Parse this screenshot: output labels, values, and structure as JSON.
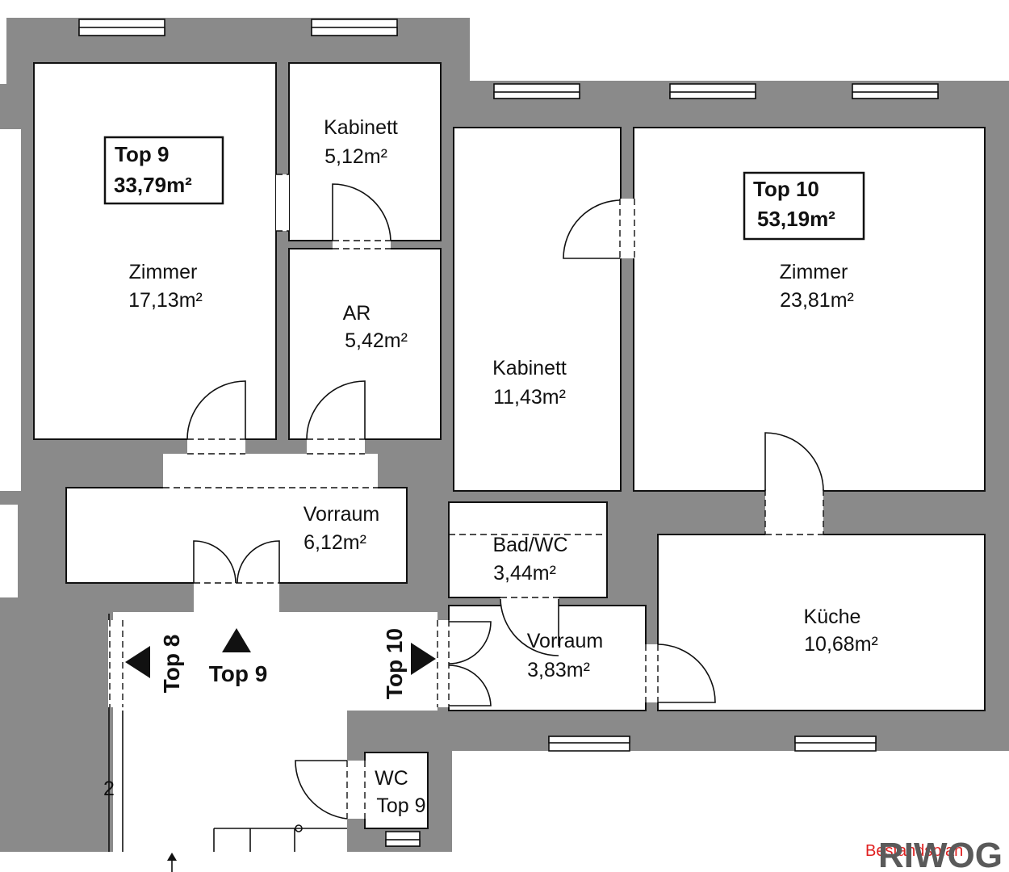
{
  "units": {
    "top9": {
      "name": "Top 9",
      "area": "33,79m²"
    },
    "top10": {
      "name": "Top 10",
      "area": "53,19m²"
    }
  },
  "rooms": {
    "zimmer9": {
      "name": "Zimmer",
      "area": "17,13m²"
    },
    "kabinett9": {
      "name": "Kabinett",
      "area": "5,12m²"
    },
    "ar": {
      "name": "AR",
      "area": "5,42m²"
    },
    "vorraum9": {
      "name": "Vorraum",
      "area": "6,12m²"
    },
    "kabinett10": {
      "name": "Kabinett",
      "area": "11,43m²"
    },
    "zimmer10": {
      "name": "Zimmer",
      "area": "23,81m²"
    },
    "bad": {
      "name": "Bad/WC",
      "area": "3,44m²"
    },
    "vorraum10": {
      "name": "Vorraum",
      "area": "3,83m²"
    },
    "kueche": {
      "name": "Küche",
      "area": "10,68m²"
    },
    "wc": {
      "name": "WC",
      "area": "Top 9"
    }
  },
  "entrances": {
    "top8": "Top 8",
    "top9": "Top 9",
    "top10": "Top 10"
  },
  "stair_mark": "2",
  "watermark": {
    "caption": "Bestandsplan",
    "brand": "RIWOG"
  },
  "colors": {
    "wall": "#8a8a8a",
    "caption": "#e02020",
    "brand": "#5a5a5a"
  }
}
